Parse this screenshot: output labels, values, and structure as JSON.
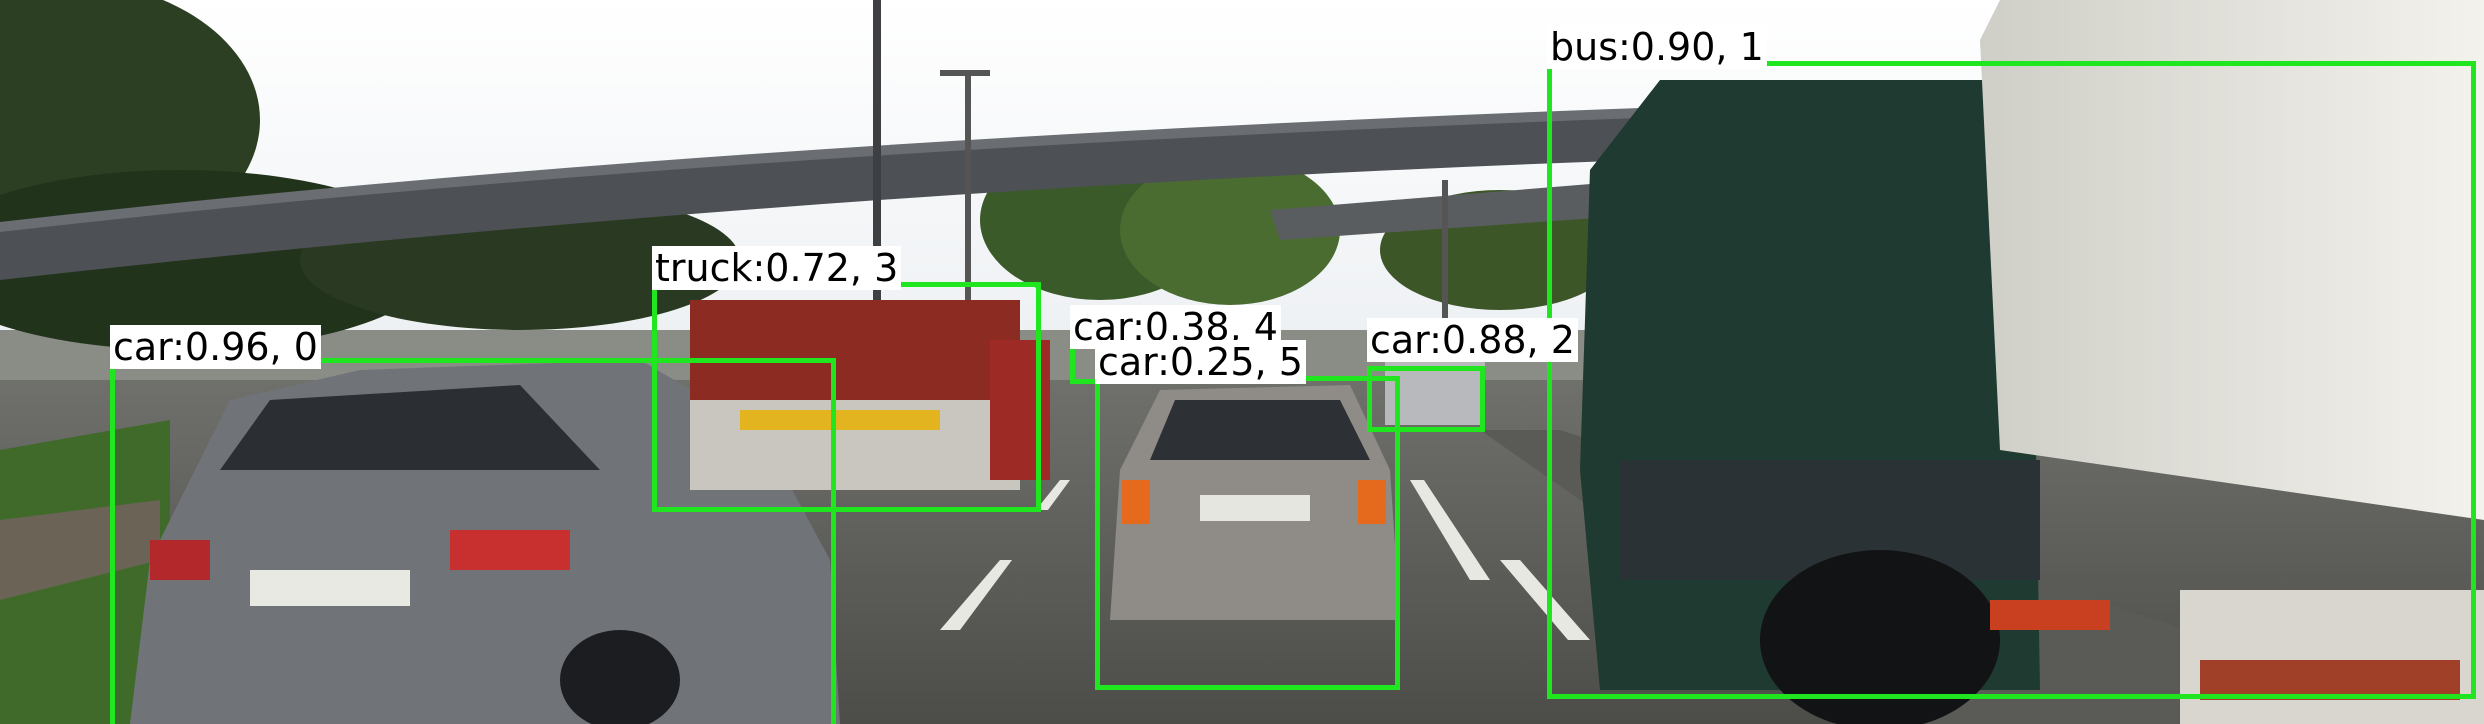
{
  "image": {
    "description_kind": "object-detection overlay on street photo",
    "box_color": "#1fe61f",
    "label_background": "#ffffff"
  },
  "detections": [
    {
      "label": "car:0.96, 0"
    },
    {
      "label": "bus:0.90, 1"
    },
    {
      "label": "car:0.88, 2"
    },
    {
      "label": "truck:0.72, 3"
    },
    {
      "label": "car:0.38, 4"
    },
    {
      "label": "car:0.25, 5"
    }
  ]
}
